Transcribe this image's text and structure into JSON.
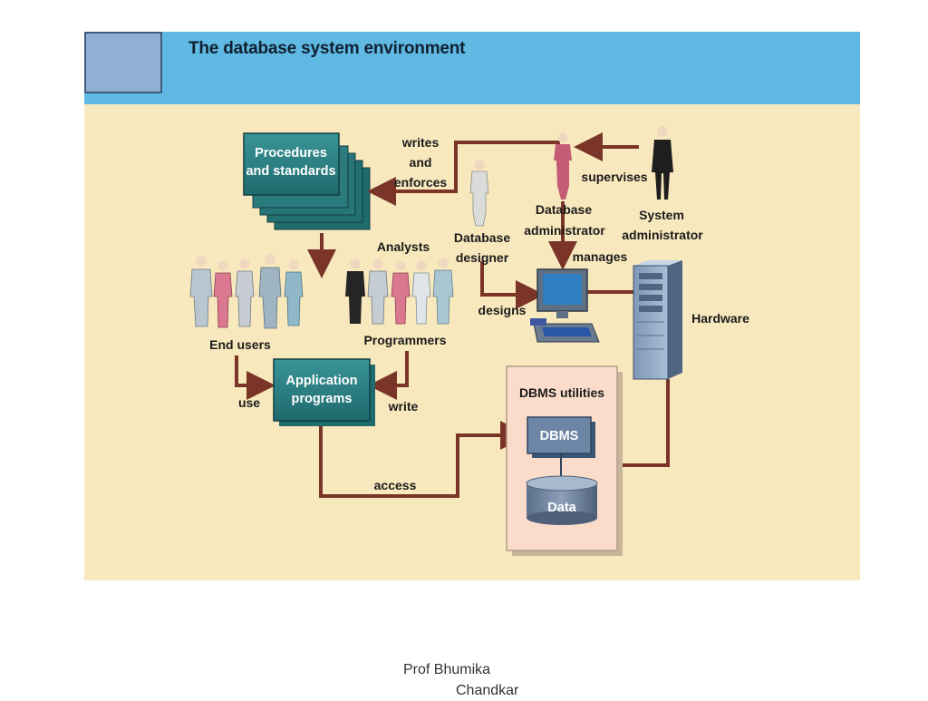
{
  "title": "The database system environment",
  "procedures": {
    "line1": "Procedures",
    "line2": "and standards"
  },
  "labels": {
    "writes_and_enforces": [
      "writes",
      "and",
      "enforces"
    ],
    "supervises": "supervises",
    "database_administrator": [
      "Database",
      "administrator"
    ],
    "system_administrator": [
      "System",
      "administrator"
    ],
    "database_designer": [
      "Database",
      "designer"
    ],
    "analysts": "Analysts",
    "programmers": "Programmers",
    "end_users": "End users",
    "manages": "manages",
    "designs": "designs",
    "hardware": "Hardware",
    "use": "use",
    "write": "write",
    "access": "access"
  },
  "application_programs": {
    "line1": "Application",
    "line2": "programs"
  },
  "dbms_utilities": {
    "title": "DBMS utilities",
    "dbms": "DBMS",
    "data": "Data"
  },
  "colors": {
    "banner": "#5fb9e3",
    "background": "#f8e8bd",
    "teal_box": "#2a7f82",
    "arrow": "#7a3528"
  },
  "footer": {
    "line1": "Prof Bhumika",
    "line2": "Chandkar"
  }
}
